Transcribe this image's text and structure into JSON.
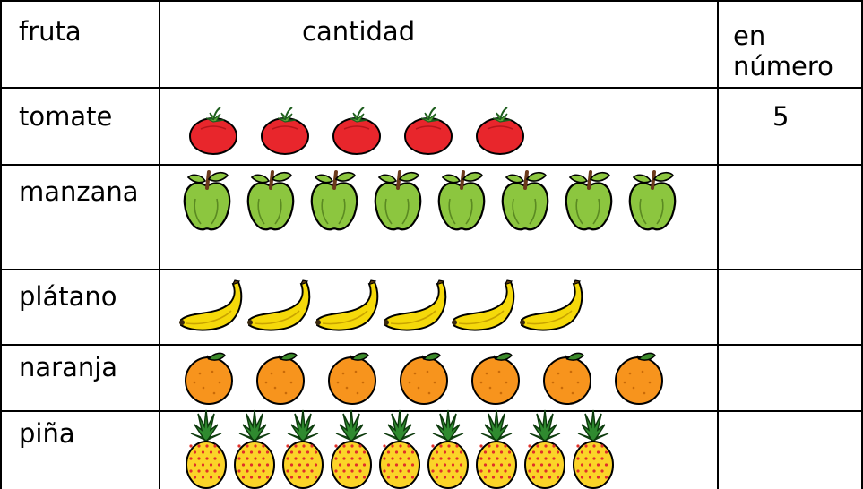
{
  "table": {
    "headers": {
      "fruit": "fruta",
      "quantity": "cantidad",
      "number_line1": "en",
      "number_line2": "número"
    },
    "rows": [
      {
        "fruit": "tomate",
        "icon": "tomato-icon",
        "count": 5,
        "number": "5"
      },
      {
        "fruit": "manzana",
        "icon": "apple-icon",
        "count": 8,
        "number": ""
      },
      {
        "fruit": "plátano",
        "icon": "banana-icon",
        "count": 6,
        "number": ""
      },
      {
        "fruit": "naranja",
        "icon": "orange-icon",
        "count": 7,
        "number": ""
      },
      {
        "fruit": "piña",
        "icon": "pineapple-icon",
        "count": 9,
        "number": ""
      }
    ]
  },
  "colors": {
    "border": "#000000",
    "tomato": "#e8262c",
    "apple": "#8cc63f",
    "banana": "#f5d90a",
    "orange": "#f7941d",
    "pineapple_body": "#fbd428",
    "pineapple_leaves": "#2f8a2f"
  }
}
